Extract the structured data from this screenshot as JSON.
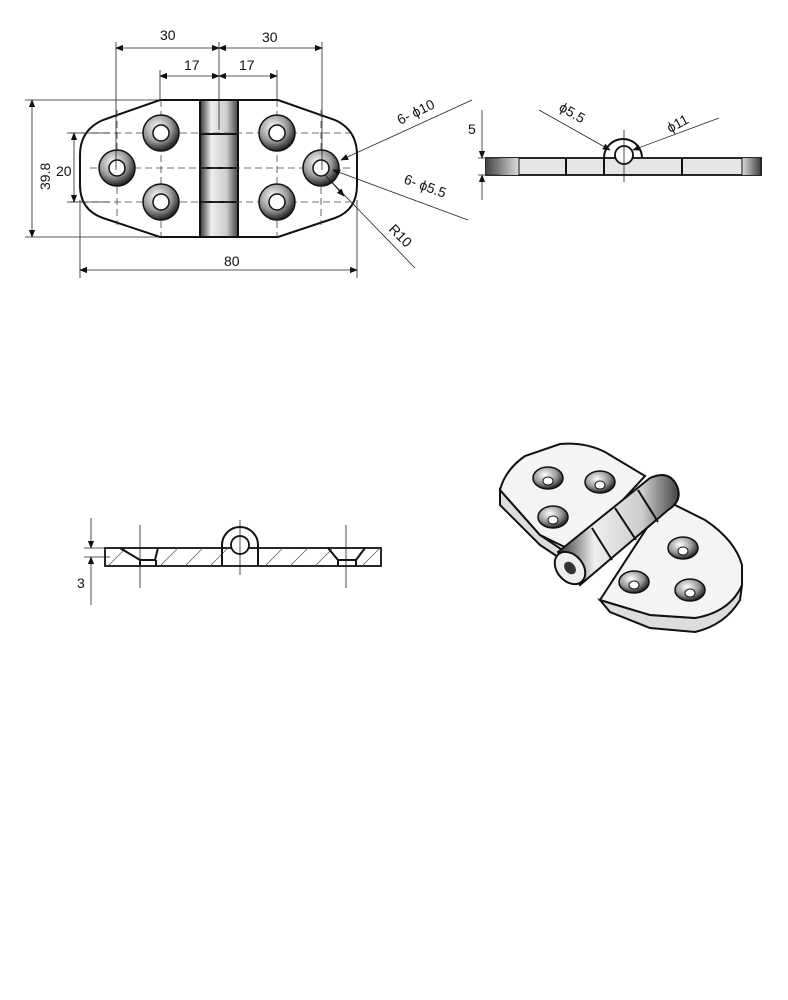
{
  "top_view": {
    "dim_outer_left": "30",
    "dim_outer_right": "30",
    "dim_inner_left": "17",
    "dim_inner_right": "17",
    "dim_height": "39.8",
    "dim_hole_spacing": "20",
    "dim_length": "80",
    "callout_countersink": "6- ϕ10",
    "callout_hole": "6- ϕ5.5",
    "callout_radius": "R10"
  },
  "side_view": {
    "dim_thickness": "5",
    "callout_pin": "ϕ5.5",
    "callout_knuckle": "ϕ11"
  },
  "section_view": {
    "dim_plate": "3"
  },
  "colors": {
    "line": "#111111",
    "fill": "#eeeeee"
  }
}
